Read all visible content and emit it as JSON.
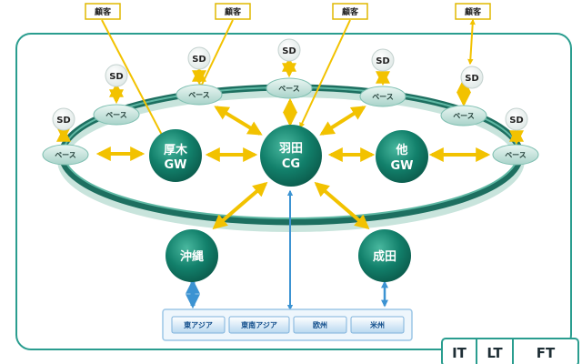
{
  "customer_label": "顧客",
  "base_label": "ベース",
  "sd_label": "SD",
  "hubs": {
    "haneda": {
      "line1": "羽田",
      "line2": "CG"
    },
    "atsugi": {
      "line1": "厚木",
      "line2": "GW"
    },
    "other": {
      "line1": "他",
      "line2": "GW"
    },
    "okinawa": {
      "line1": "沖縄"
    },
    "narita": {
      "line1": "成田"
    }
  },
  "regions": [
    "東アジア",
    "東南アジア",
    "欧州",
    "米州"
  ],
  "tabs": [
    "IT",
    "LT",
    "FT"
  ],
  "colors": {
    "frame": "#2a9d8f",
    "hub": "#138a74",
    "ring": "#1d6f60",
    "arrow_yellow": "#f2c200",
    "arrow_blue": "#3c93d2",
    "region_fill": "#dcecf8"
  }
}
